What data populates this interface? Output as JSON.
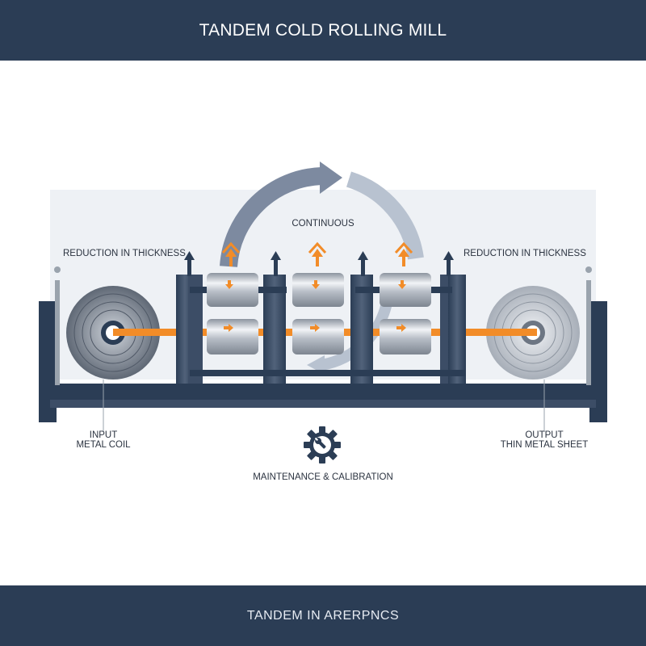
{
  "header": {
    "title": "TANDEM COLD ROLLING MILL"
  },
  "diagram": {
    "process_label": "CONTINUOUS",
    "left_note": "REDUCTION IN THICKNESS",
    "right_note": "REDUCTION IN THICKNESS",
    "input": {
      "line1": "INPUT",
      "line2": "METAL COIL"
    },
    "output": {
      "line1": "OUTPUT",
      "line2": "THIN METAL SHEET"
    },
    "maintenance": {
      "label": "MAINTENANCE & CALIBRATION",
      "icon": "gear-wrench-icon"
    },
    "stand_count": 3
  },
  "footer": {
    "text": "TANDEM IN ARERPNCS"
  },
  "colors": {
    "navy": "#2b3d55",
    "accent_orange": "#f28c28",
    "steel": "#c9ced6",
    "panel": "#eef1f5"
  }
}
